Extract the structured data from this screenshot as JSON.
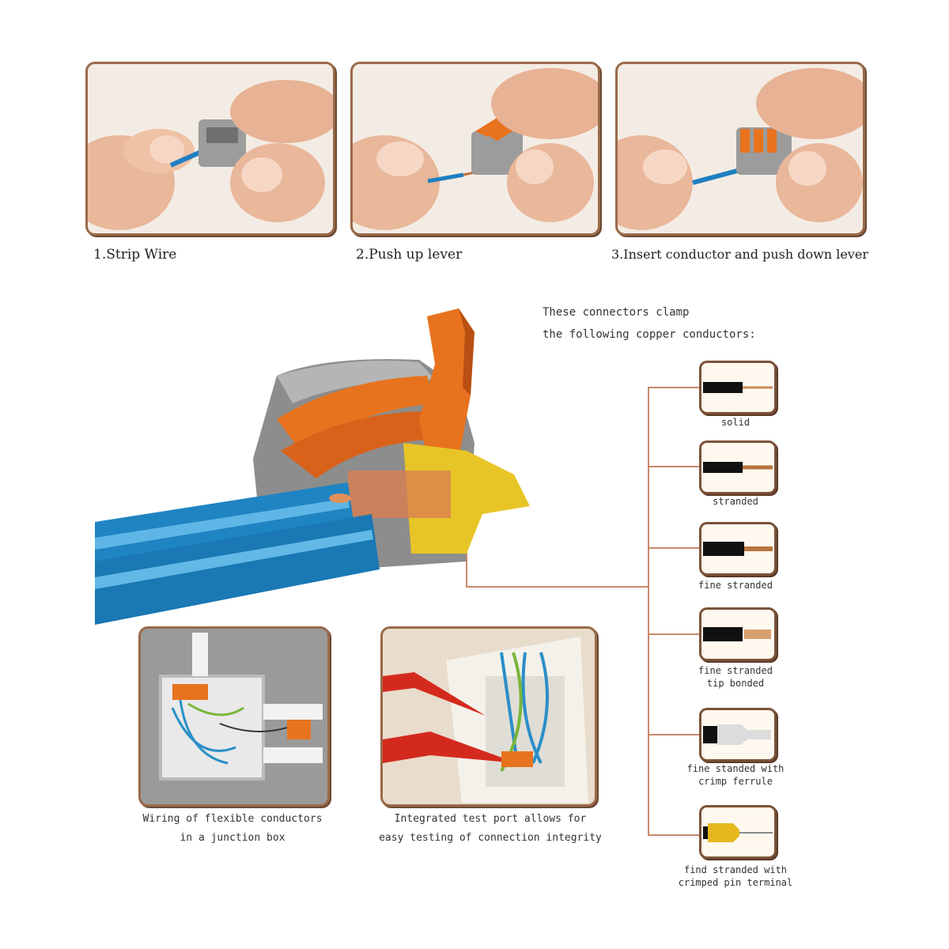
{
  "steps": [
    {
      "label": "1.Strip Wire"
    },
    {
      "label": "2.Push up lever"
    },
    {
      "label": "3.Insert conductor and push down lever"
    }
  ],
  "conductors_heading": [
    "These connectors clamp",
    "the following copper conductors:"
  ],
  "conductors": [
    {
      "label": [
        "solid"
      ]
    },
    {
      "label": [
        "stranded"
      ]
    },
    {
      "label": [
        "fine stranded"
      ]
    },
    {
      "label": [
        "fine stranded",
        "tip bonded"
      ]
    },
    {
      "label": [
        "fine standed with",
        "crimp ferrule"
      ]
    },
    {
      "label": [
        "find stranded with",
        "crimped pin terminal"
      ]
    }
  ],
  "examples": [
    {
      "caption": [
        "Wiring of flexible conductors",
        "in a junction box"
      ]
    },
    {
      "caption": [
        "Integrated test port allows for",
        "easy testing of connection integrity"
      ]
    }
  ],
  "colors": {
    "frame": "#9a6a4a",
    "lever": "#e8731e",
    "wire": "#2a8fc8",
    "housing": "#8a8a8a",
    "line": "#c8896a"
  }
}
